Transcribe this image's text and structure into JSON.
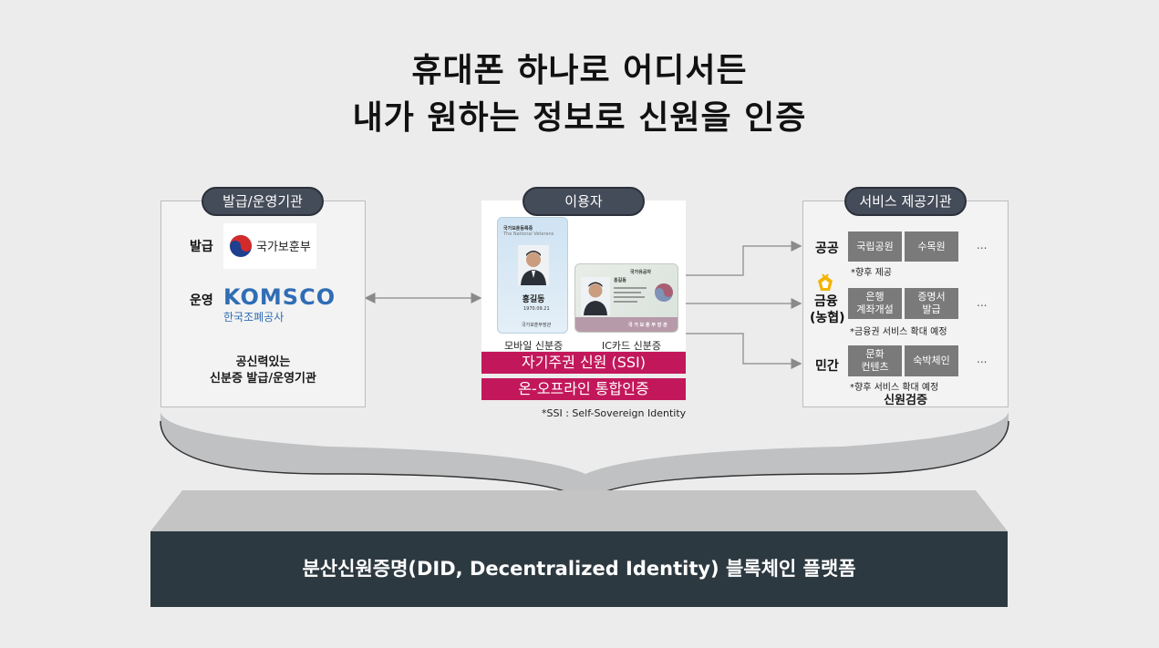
{
  "title": {
    "line1": "휴대폰 하나로 어디서든",
    "line2": "내가 원하는 정보로 신원을 인증"
  },
  "issuer": {
    "header": "발급/운영기관",
    "issue_label": "발급",
    "operate_label": "운영",
    "mpva_logo_text": "국가보훈부",
    "komsco_logo_text": "KOMSCO",
    "komsco_sub": "한국조폐공사",
    "caption_line1": "공신력있는",
    "caption_line2": "신분증 발급/운영기관"
  },
  "user": {
    "header": "이용자",
    "mobile_card": {
      "top_title": "국가보훈등록증",
      "top_sub": "The National Veterans",
      "name": "홍길동",
      "date": "1970.09.21",
      "footer": "국가보훈부장관"
    },
    "ic_card": {
      "top_title": "국가유공자",
      "name": "홍길동",
      "footer": "국 가 보 훈 부 장 관"
    },
    "mobile_label": "모바일 신분증",
    "ic_label": "IC카드 신분증",
    "ssi_bar": "자기주권 신원 (SSI)",
    "integrated_bar": "온-오프라인 통합인증",
    "footnote": "*SSI : Self-Sovereign Identity"
  },
  "services": {
    "header": "서비스 제공기관",
    "public": {
      "label": "공공",
      "boxes": [
        "국립공원",
        "수목원"
      ],
      "dots": "...",
      "note": "*향후 제공"
    },
    "finance": {
      "label_line1": "금융",
      "label_line2": "(농협)",
      "boxes": [
        "은행\n계좌개설",
        "증명서\n발급"
      ],
      "dots": "...",
      "note": "*금융권 서비스 확대 예정"
    },
    "private": {
      "label": "민간",
      "boxes": [
        "문화\n컨텐츠",
        "숙박체인"
      ],
      "dots": "...",
      "note": "*향후 서비스 확대 예정"
    },
    "caption": "신원검증"
  },
  "platform": {
    "label": "분산신원증명(DID, Decentralized Identity) 블록체인 플랫폼"
  },
  "colors": {
    "pill_bg": "#454c59",
    "ssi_bar": "#c2185b",
    "service_box": "#7a7a7a",
    "platform_bg": "#2d3940",
    "komsco_blue": "#2f6db5"
  }
}
